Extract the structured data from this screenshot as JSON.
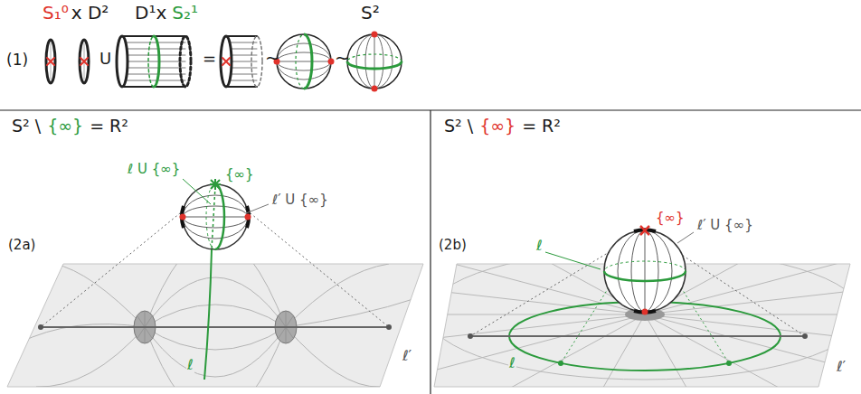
{
  "diagram": {
    "labels": [
      "S₁⁰",
      "x D²",
      "D¹x",
      "S₂¹",
      "S²",
      "(1)",
      "U",
      "=",
      "~",
      "~",
      "S² \\",
      "{∞}",
      "= R²",
      "ℓ U {∞}",
      "{∞}",
      "ℓ′ U {∞}",
      "(2a)",
      "ℓ",
      "ℓ′",
      "S² \\",
      "{∞}",
      "= R²",
      "{∞}",
      "ℓ",
      "ℓ′ U {∞}",
      "(2b)",
      "ℓ",
      "ℓ′"
    ]
  }
}
